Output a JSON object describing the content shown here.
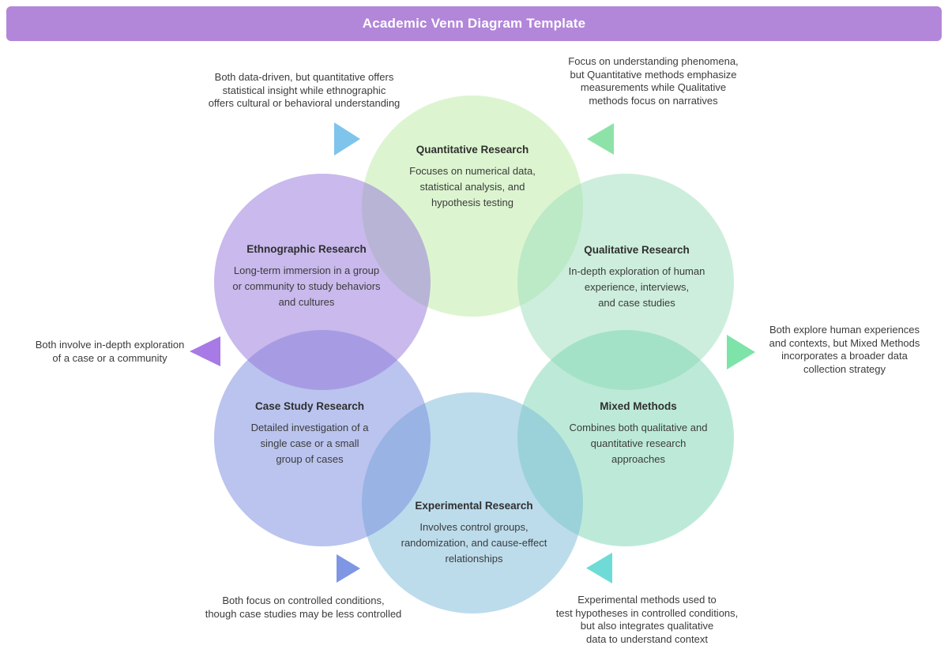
{
  "header": {
    "title": "Academic Venn Diagram Template",
    "bg_color": "#b286d9",
    "text_color": "#ffffff"
  },
  "circles": [
    {
      "name": "Quantitative Research",
      "description": "Focuses on numerical data,\nstatistical analysis, and\nhypothesis testing",
      "color": "#b9eba1",
      "position": "top"
    },
    {
      "name": "Qualitative Research",
      "description": "In-depth exploration of human\nexperience, interviews,\nand case studies",
      "color": "#9bddbb",
      "position": "top-right"
    },
    {
      "name": "Mixed Methods",
      "description": "Combines both qualitative and\nquantitative research\napproaches",
      "color": "#7bd5b1",
      "position": "bottom-right"
    },
    {
      "name": "Experimental Research",
      "description": "Involves control groups,\nrandomization, and cause-effect\nrelationships",
      "color": "#79b9d9",
      "position": "bottom"
    },
    {
      "name": "Case Study Research",
      "description": "Detailed investigation of a\nsingle case or a small\ngroup of cases",
      "color": "#7589dd",
      "position": "bottom-left"
    },
    {
      "name": "Ethnographic Research",
      "description": "Long-term immersion in a group\nor community to study behaviors\nand cultures",
      "color": "#9373d9",
      "position": "top-left"
    }
  ],
  "annotations": [
    {
      "position": "top-left",
      "text": "Both data-driven, but quantitative offers\nstatistical insight while ethnographic\noffers cultural or behavioral understanding",
      "arrow": {
        "icon": "triangle-right-icon",
        "direction": "right",
        "color": "#7fc4eb"
      }
    },
    {
      "position": "top-right",
      "text": "Focus on understanding phenomena,\nbut Quantitative methods emphasize\nmeasurements while Qualitative\nmethods focus on narratives",
      "arrow": {
        "icon": "triangle-left-icon",
        "direction": "left",
        "color": "#8de2a8"
      }
    },
    {
      "position": "right",
      "text": "Both explore human experiences\nand contexts, but Mixed Methods\nincorporates a broader data\ncollection strategy",
      "arrow": {
        "icon": "triangle-right-icon",
        "direction": "right",
        "color": "#7ee3a8"
      }
    },
    {
      "position": "bottom-right",
      "text": "Experimental methods used to\ntest hypotheses in controlled conditions,\nbut also integrates qualitative\ndata to understand context",
      "arrow": {
        "icon": "triangle-left-icon",
        "direction": "left",
        "color": "#6fdbd6"
      }
    },
    {
      "position": "bottom-left",
      "text": "Both focus on controlled conditions,\nthough case studies may be less controlled",
      "arrow": {
        "icon": "triangle-right-icon",
        "direction": "right",
        "color": "#7e96e3"
      }
    },
    {
      "position": "left",
      "text": "Both involve in-depth exploration\nof a case or a community",
      "arrow": {
        "icon": "triangle-left-icon",
        "direction": "left",
        "color": "#a77ae5"
      }
    }
  ]
}
